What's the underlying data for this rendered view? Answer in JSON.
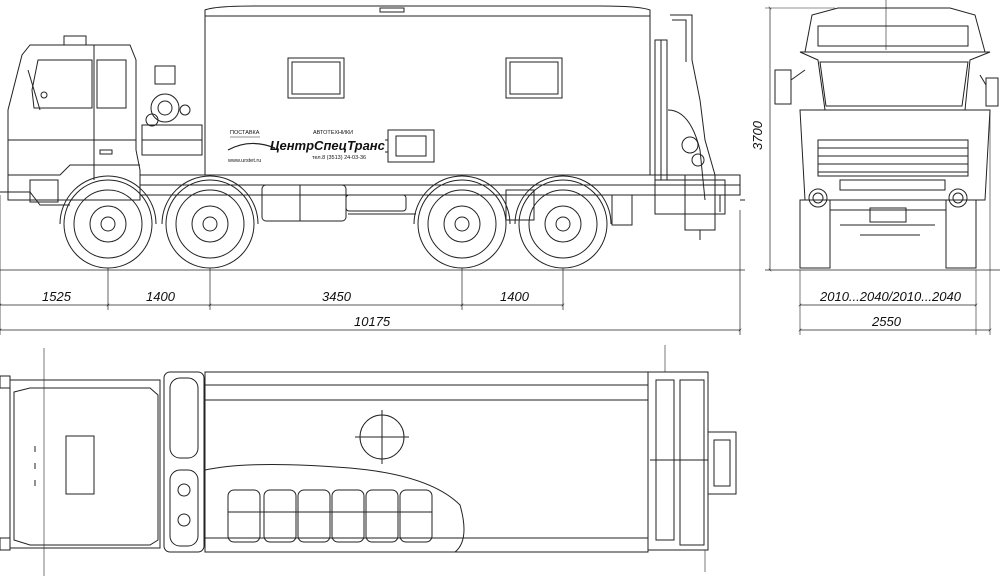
{
  "dimensions": {
    "front_overhang": "1525",
    "wheelbase_1": "1400",
    "wheelbase_2": "3450",
    "wheelbase_3": "1400",
    "overall_length": "10175",
    "height": "3700",
    "track": "2010...2040/2010...2040",
    "overall_width": "2550"
  },
  "body_logo": {
    "label_left": "ПОСТАВКА",
    "label_right": "АВТОТЕХНИКИ",
    "brand": "ЦентрСпецТранс",
    "website": "www.urstet.ru",
    "phone": "тел.8 (3513) 24-03-36"
  },
  "colors": {
    "line": "#222222",
    "background": "#ffffff"
  }
}
